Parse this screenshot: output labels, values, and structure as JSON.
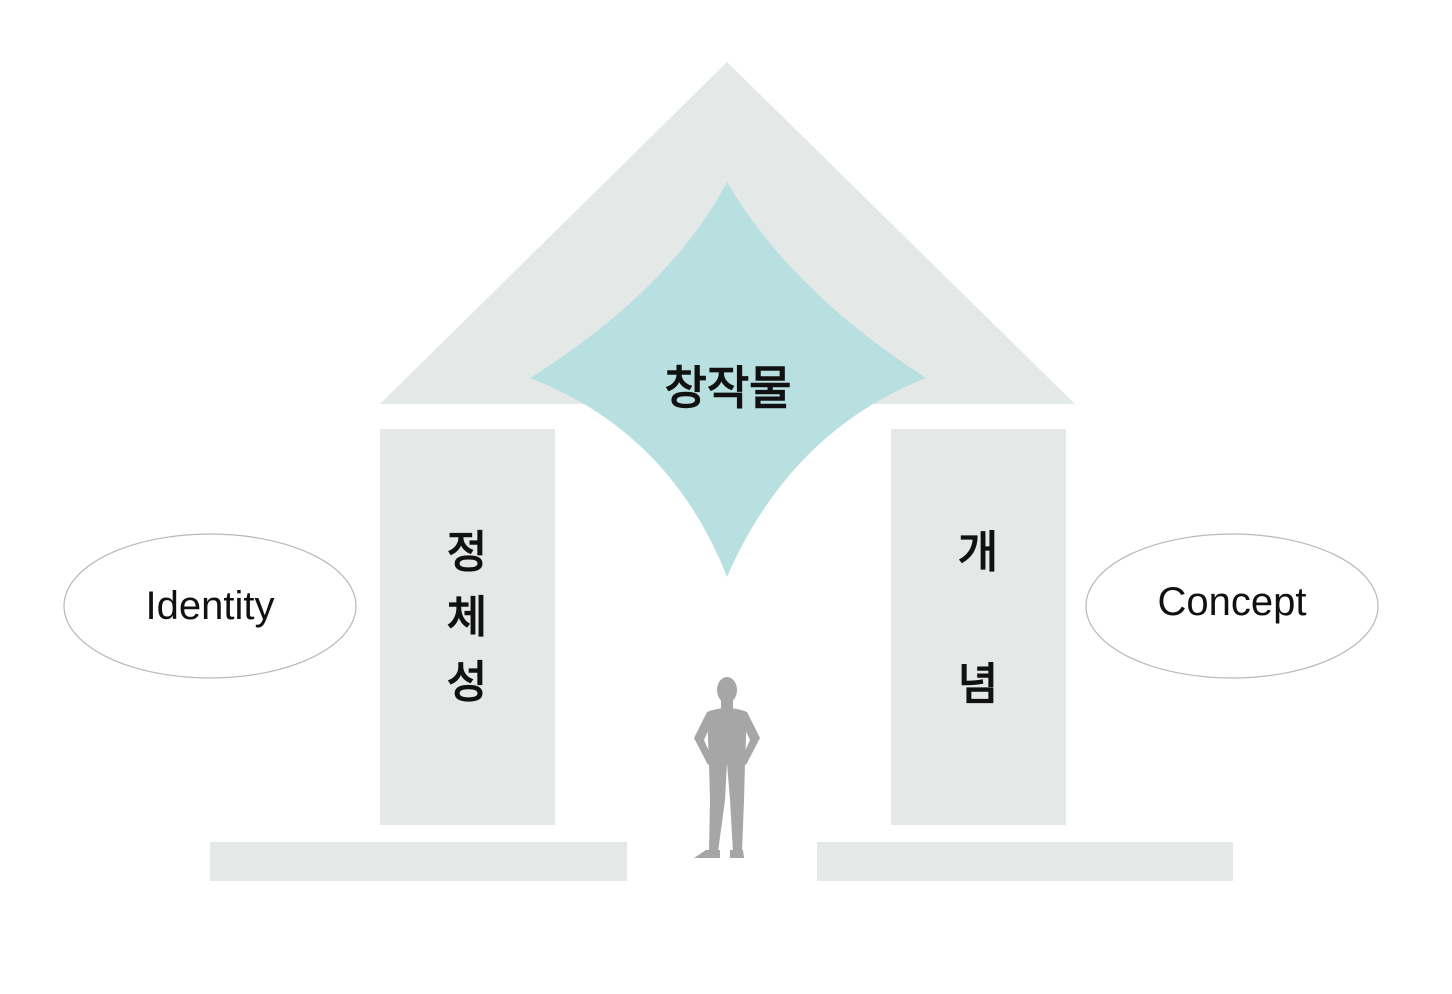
{
  "center": {
    "label": "창작물"
  },
  "left_pillar": {
    "chars": [
      "정",
      "체",
      "성"
    ]
  },
  "right_pillar": {
    "chars": [
      "개",
      "념"
    ]
  },
  "left_oval": {
    "label": "Identity"
  },
  "right_oval": {
    "label": "Concept"
  },
  "colors": {
    "structure": "#e4e8e7",
    "star": "#b9e0e1",
    "figure": "#a6a6a6",
    "oval_stroke": "#b8b8b8",
    "text": "#111111"
  }
}
